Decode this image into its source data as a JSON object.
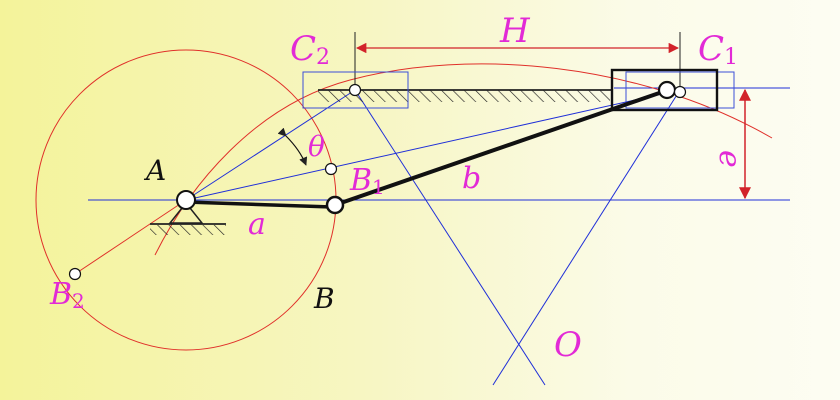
{
  "colors": {
    "background": "#f6f5b8",
    "label": "#e22ad6",
    "black_label": "#111111",
    "link": "#1f2fd8",
    "circle": "#e0302a",
    "ground": "#222222"
  },
  "labels": {
    "C2": {
      "base": "C",
      "sub": "2"
    },
    "C1": {
      "base": "C",
      "sub": "1"
    },
    "H": "H",
    "e": "e",
    "theta": "θ",
    "A": "A",
    "B1": {
      "base": "B",
      "sub": "1"
    },
    "b": "b",
    "a": "a",
    "B2": {
      "base": "B",
      "sub": "2"
    },
    "B": "B",
    "O": "O"
  }
}
